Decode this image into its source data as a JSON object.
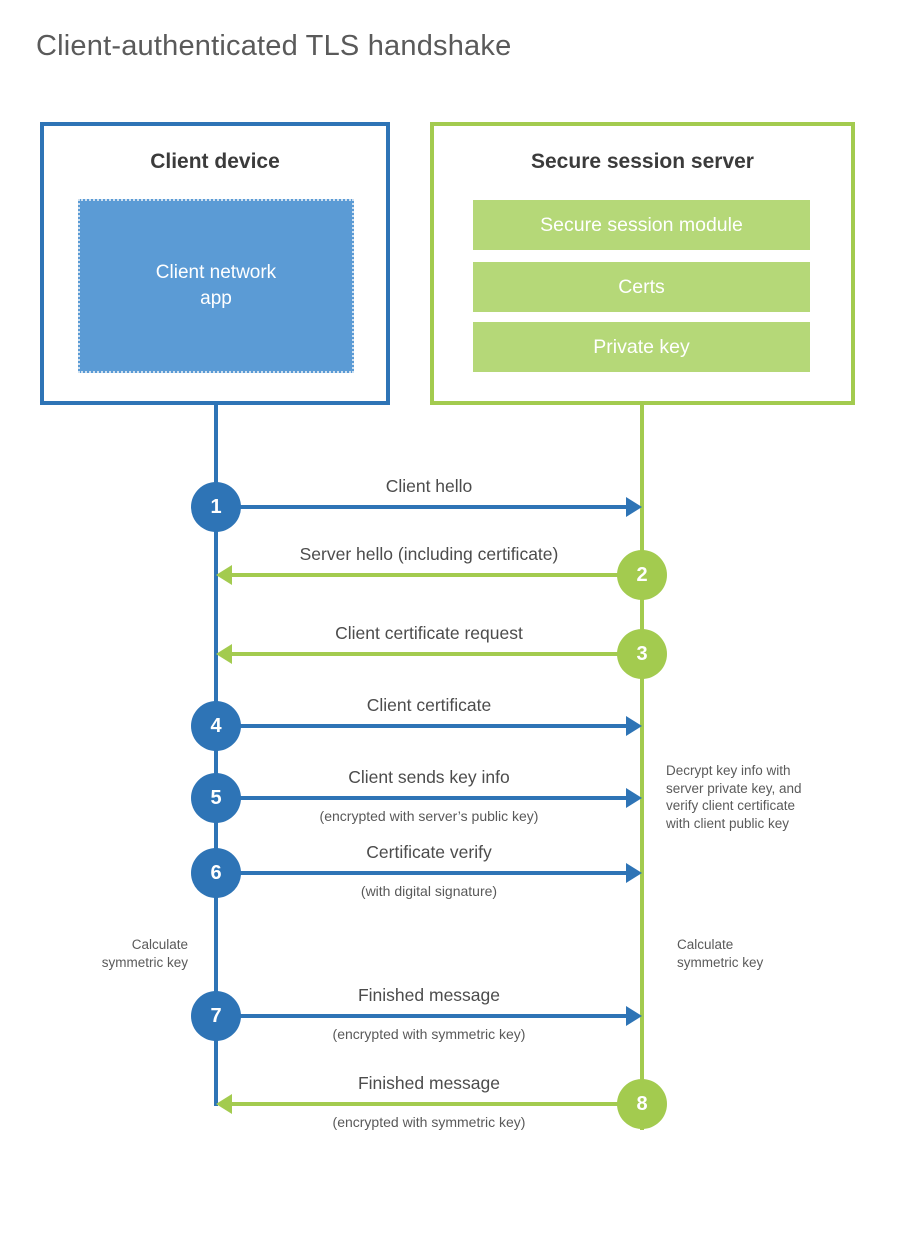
{
  "title": "Client-authenticated TLS handshake",
  "colors": {
    "blue": "#2e74b6",
    "blue_fill": "#5b9bd5",
    "green": "#a3cb4f",
    "green_fill": "#b5d878"
  },
  "client": {
    "header": "Client device",
    "app_label": "Client network app"
  },
  "server": {
    "header": "Secure session server",
    "modules": [
      "Secure session module",
      "Certs",
      "Private key"
    ]
  },
  "steps": [
    {
      "num": "1",
      "label": "Client hello",
      "sub": "",
      "from": "client"
    },
    {
      "num": "2",
      "label": "Server hello (including certificate)",
      "sub": "",
      "from": "server"
    },
    {
      "num": "3",
      "label": "Client certificate request",
      "sub": "",
      "from": "server"
    },
    {
      "num": "4",
      "label": "Client certificate",
      "sub": "",
      "from": "client"
    },
    {
      "num": "5",
      "label": "Client sends key info",
      "sub": "(encrypted with server’s public key)",
      "from": "client"
    },
    {
      "num": "6",
      "label": "Certificate verify",
      "sub": "(with digital signature)",
      "from": "client"
    },
    {
      "num": "7",
      "label": "Finished message",
      "sub": "(encrypted with symmetric key)",
      "from": "client"
    },
    {
      "num": "8",
      "label": "Finished message",
      "sub": "(encrypted with symmetric key)",
      "from": "server"
    }
  ],
  "notes": {
    "decrypt": "Decrypt key info with\nserver private key, and\nverify client certificate\nwith client public key",
    "calc_left": "Calculate\nsymmetric key",
    "calc_right": "Calculate\nsymmetric key"
  }
}
